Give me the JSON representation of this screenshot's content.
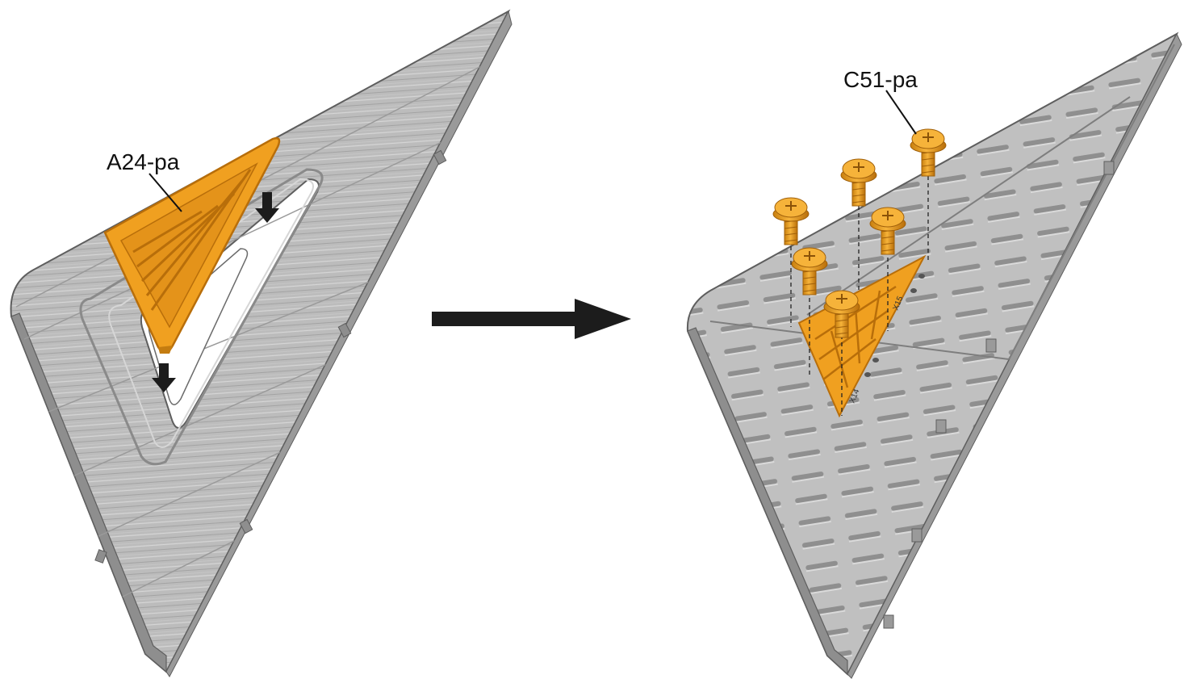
{
  "labels": {
    "part_a": "A24-pa",
    "part_c": "C51-pa",
    "insert_text_upper": "X15",
    "insert_text_lower": "X14"
  },
  "colors": {
    "panel_fill": "#b9b9b9",
    "panel_dark": "#8e8e8e",
    "panel_light": "#d4d4d4",
    "panel_edge": "#5e5e5e",
    "part_orange": "#f0a020",
    "part_orange_dark": "#b86e0a",
    "arrow": "#1c1c1c"
  },
  "icons": {
    "down_arrow": "down-arrow-icon",
    "step_arrow": "right-arrow-icon",
    "screw": "screw-icon"
  }
}
